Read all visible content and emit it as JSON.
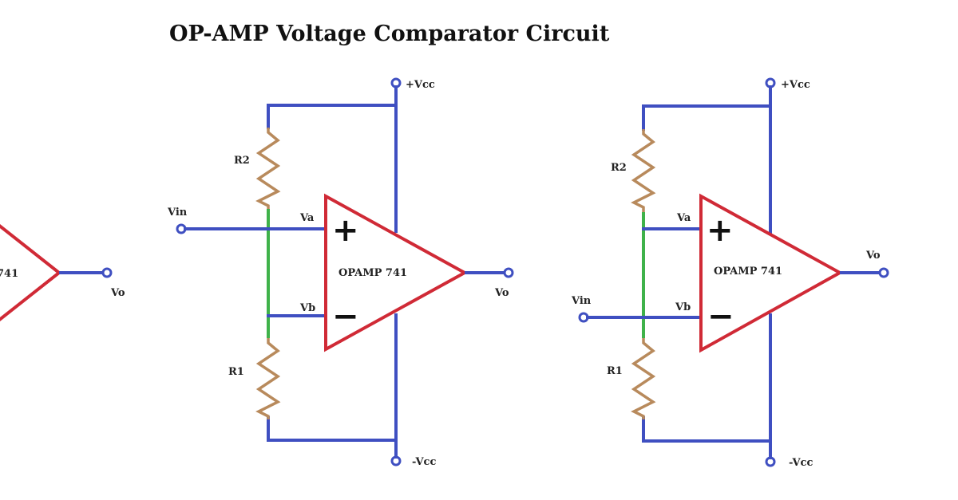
{
  "title": "OP-AMP Voltage Comparator Circuit",
  "colors": {
    "wire": "#3f4fc1",
    "tap": "#3fb24a",
    "resistor": "#b88a5c",
    "opamp": "#d02a36"
  },
  "partial_circuit": {
    "opamp_label": "741",
    "output_label": "Vo"
  },
  "circuit_a": {
    "supply_pos": "+Vcc",
    "supply_neg": "-Vcc",
    "r_top": "R2",
    "r_bottom": "R1",
    "input_label": "Vin",
    "node_a": "Va",
    "node_b": "Vb",
    "plus_sign": "+",
    "minus_sign": "−",
    "opamp_label": "OPAMP 741",
    "output_label": "Vo"
  },
  "circuit_b": {
    "supply_pos": "+Vcc",
    "supply_neg": "-Vcc",
    "r_top": "R2",
    "r_bottom": "R1",
    "input_label": "Vin",
    "node_a": "Va",
    "node_b": "Vb",
    "plus_sign": "+",
    "minus_sign": "−",
    "opamp_label": "OPAMP 741",
    "output_label": "Vo"
  }
}
